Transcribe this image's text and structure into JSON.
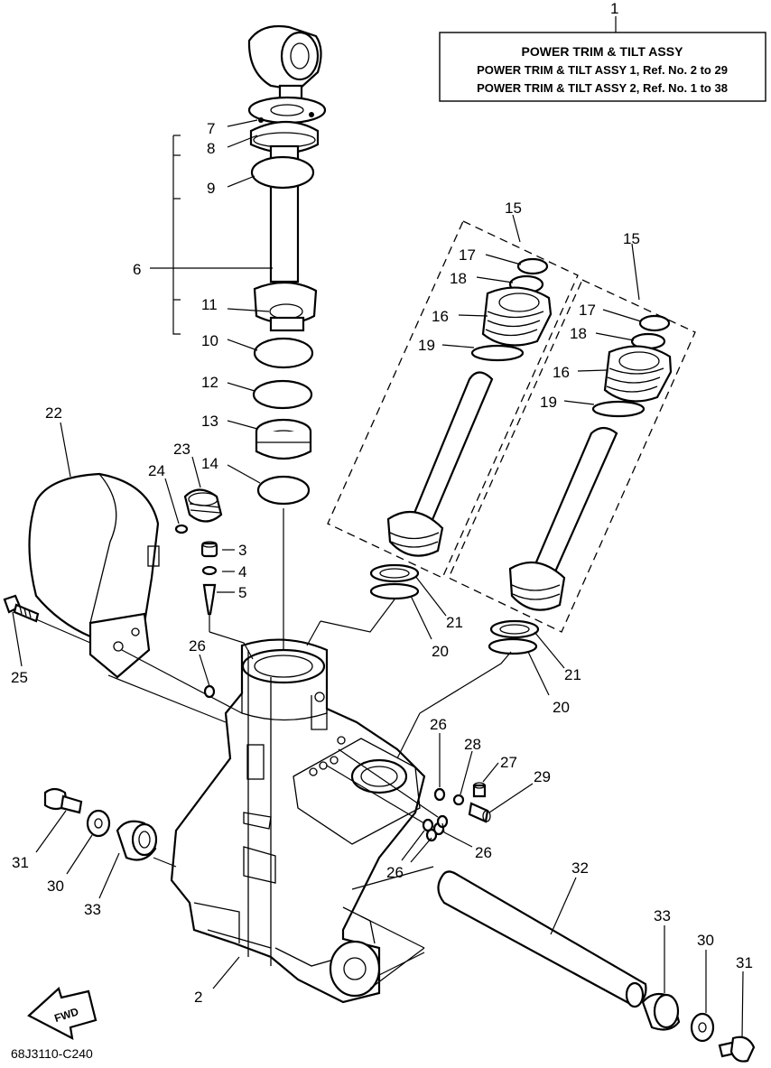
{
  "title_box": {
    "number": "1",
    "title": "POWER TRIM & TILT ASSY",
    "line1": "POWER TRIM & TILT ASSY 1,  Ref. No. 2 to 29",
    "line2": "POWER TRIM & TILT ASSY 2,  Ref. No. 1 to 38"
  },
  "diagram_code": "68J3110-C240",
  "fwd_label": "FWD",
  "callouts": {
    "c1": "1",
    "c2": "2",
    "c3": "3",
    "c4": "4",
    "c5": "5",
    "c6": "6",
    "c7": "7",
    "c8": "8",
    "c9": "9",
    "c10": "10",
    "c11": "11",
    "c12": "12",
    "c13": "13",
    "c14": "14",
    "c15a": "15",
    "c15b": "15",
    "c16a": "16",
    "c16b": "16",
    "c17a": "17",
    "c17b": "17",
    "c18a": "18",
    "c18b": "18",
    "c19a": "19",
    "c19b": "19",
    "c20a": "20",
    "c20b": "20",
    "c21a": "21",
    "c21b": "21",
    "c22": "22",
    "c23": "23",
    "c24": "24",
    "c25": "25",
    "c26a": "26",
    "c26b": "26",
    "c26c": "26",
    "c26d": "26",
    "c27": "27",
    "c28": "28",
    "c29": "29",
    "c30a": "30",
    "c30b": "30",
    "c31a": "31",
    "c31b": "31",
    "c32": "32",
    "c33a": "33",
    "c33b": "33"
  }
}
